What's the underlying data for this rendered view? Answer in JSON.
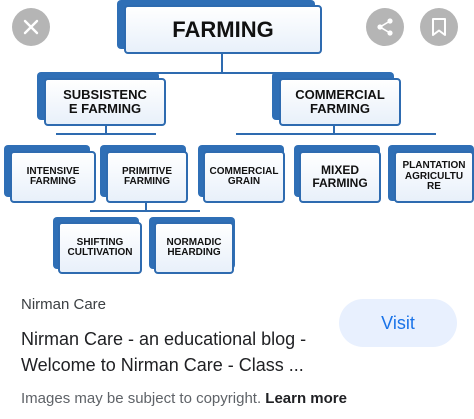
{
  "diagram": {
    "root": "FARMING",
    "level1": [
      "SUBSISTENC\nE FARMING",
      "COMMERCIAL\nFARMING"
    ],
    "level2_left": [
      "INTENSIVE\nFARMING",
      "PRIMITIVE\nFARMING"
    ],
    "level2_right": [
      "COMMERCIAL\nGRAIN",
      "MIXED\nFARMING",
      "PLANTATION\nAGRICULTU\nRE"
    ],
    "level3": [
      "SHIFTING\nCULTIVATION",
      "NORMADIC\nHEARDING"
    ],
    "colors": {
      "border": "#2e6bb0",
      "shadow": "#2f6fb6"
    }
  },
  "overlay": {
    "close_icon": "close-icon",
    "share_icon": "share-icon",
    "save_icon": "bookmark-icon"
  },
  "result": {
    "source": "Nirman Care",
    "title": "Nirman Care - an educational blog - Welcome to Nirman Care - Class ...",
    "visit_label": "Visit",
    "copyright": "Images may be subject to copyright.",
    "learn_more": "Learn more"
  }
}
